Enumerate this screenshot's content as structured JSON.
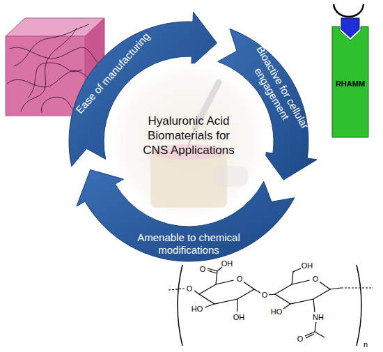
{
  "diagram": {
    "nodes": [
      {
        "text": [
          "Ease of manufacturing"
        ]
      },
      {
        "text": [
          "Bioactive for cellular engagement"
        ]
      },
      {
        "text": [
          "RHAMM"
        ]
      },
      {
        "text": [
          "Hyaluronic Acid Biomaterials for CNS Applications"
        ]
      },
      {
        "text": [
          "Amenable to chemical modifications"
        ]
      }
    ],
    "labels": [
      "OH",
      "O",
      "O",
      "O",
      "HO",
      "OH",
      "O",
      "OH",
      "O",
      "HO",
      "NH",
      "O",
      "n"
    ]
  }
}
